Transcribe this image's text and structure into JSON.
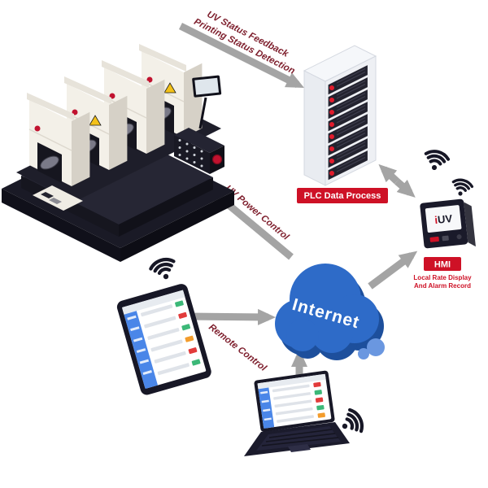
{
  "diagram": {
    "arrows": {
      "feedback_line1": "UV Status Feedback",
      "feedback_line2": "Printing Status Detection",
      "power_control": "UV Power Control",
      "remote_control": "Remote Control"
    },
    "plc": {
      "badge": "PLC Data Process"
    },
    "hmi": {
      "badge": "HMI",
      "brand_i": "i",
      "brand_uv": "UV",
      "caption_line1": "Local Rate Display",
      "caption_line2": "And Alarm Record"
    },
    "cloud": {
      "label": "Internet"
    },
    "icons": {
      "wifi": "wifi-signal-icon"
    }
  },
  "colors": {
    "arrow_gray": "#a4a4a4",
    "badge_red": "#ce1126",
    "label_maroon": "#7e1f2d",
    "cloud_blue": "#2e6bc8",
    "cloud_shadow_blue": "#1d4f9c",
    "device_navy": "#171726",
    "machine_cream": "#f3f0e8",
    "screen_accent_blue": "#4a86e8",
    "status_green": "#3cb878",
    "status_red": "#e23b3b",
    "status_orange": "#f39c2c",
    "warning_yellow": "#f3c118"
  }
}
